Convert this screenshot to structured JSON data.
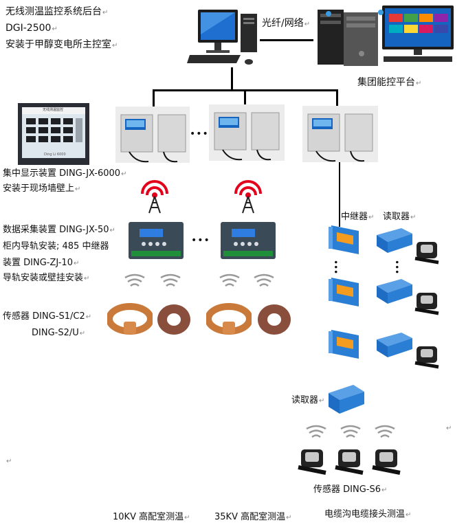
{
  "backend": {
    "line1": "无线测温监控系统后台",
    "line2": "DGI-2500",
    "line3": "安装于甲醇变电所主控室"
  },
  "link_label": "光纤/网络",
  "group_platform": "集团能控平台",
  "display_unit": {
    "line1": "集中显示装置 DING-JX-6000",
    "line2": "安装于现场墙壁上"
  },
  "collector": {
    "line1": "数据采集装置 DING-JX-50",
    "line2": "柜内导轨安装; 485 中继器",
    "line3": "装置 DING-ZJ-10",
    "line4": "导轨安装或壁挂安装"
  },
  "sensor_left": {
    "line1": "传感器 DING-S1/C2",
    "line2": "DING-S2/U"
  },
  "repeater_label": "中继器",
  "reader_label_top": "读取器",
  "reader_label_bottom": "读取器",
  "sensor_right": "传感器 DING-S6",
  "bottom_labels": {
    "a": "10KV 高配室测温",
    "b": "35KV 高配室测温",
    "c": "电缆沟电缆接头测温"
  },
  "ellipsis": "•••",
  "return_mark": "↵",
  "hmi_title": "无线测温监控",
  "hmi_footer": "Ding Li 6000"
}
